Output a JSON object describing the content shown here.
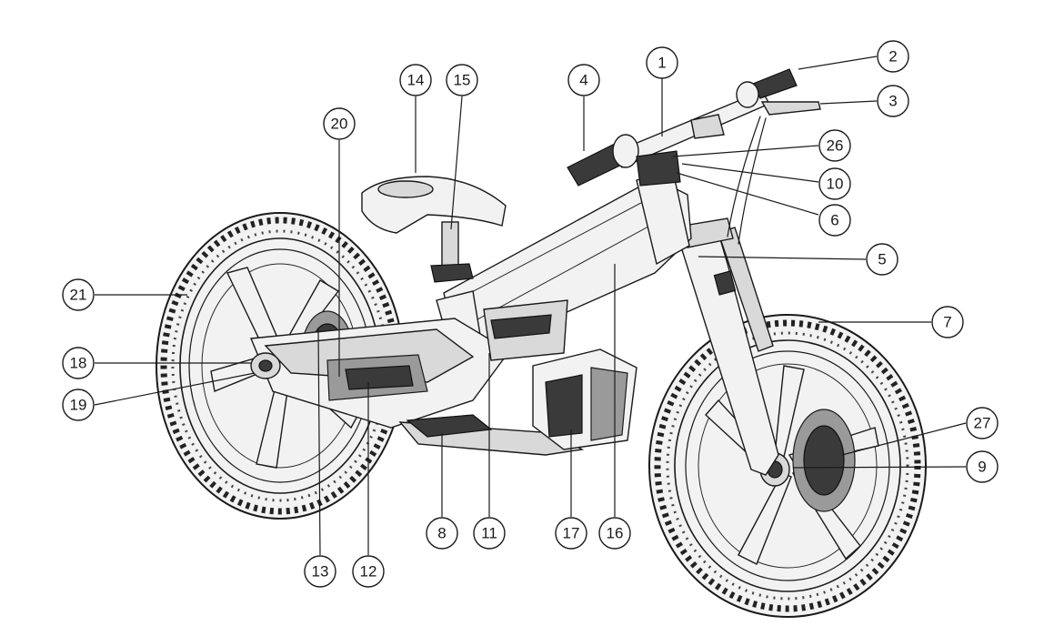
{
  "callouts": [
    {
      "id": "1",
      "label": "1"
    },
    {
      "id": "2",
      "label": "2"
    },
    {
      "id": "3",
      "label": "3"
    },
    {
      "id": "4",
      "label": "4"
    },
    {
      "id": "5",
      "label": "5"
    },
    {
      "id": "6",
      "label": "6"
    },
    {
      "id": "7",
      "label": "7"
    },
    {
      "id": "8",
      "label": "8"
    },
    {
      "id": "9",
      "label": "9"
    },
    {
      "id": "10",
      "label": "10"
    },
    {
      "id": "11",
      "label": "11"
    },
    {
      "id": "12",
      "label": "12"
    },
    {
      "id": "13",
      "label": "13"
    },
    {
      "id": "14",
      "label": "14"
    },
    {
      "id": "15",
      "label": "15"
    },
    {
      "id": "16",
      "label": "16"
    },
    {
      "id": "17",
      "label": "17"
    },
    {
      "id": "18",
      "label": "18"
    },
    {
      "id": "19",
      "label": "19"
    },
    {
      "id": "20",
      "label": "20"
    },
    {
      "id": "21",
      "label": "21"
    },
    {
      "id": "26",
      "label": "26"
    },
    {
      "id": "27",
      "label": "27"
    }
  ]
}
